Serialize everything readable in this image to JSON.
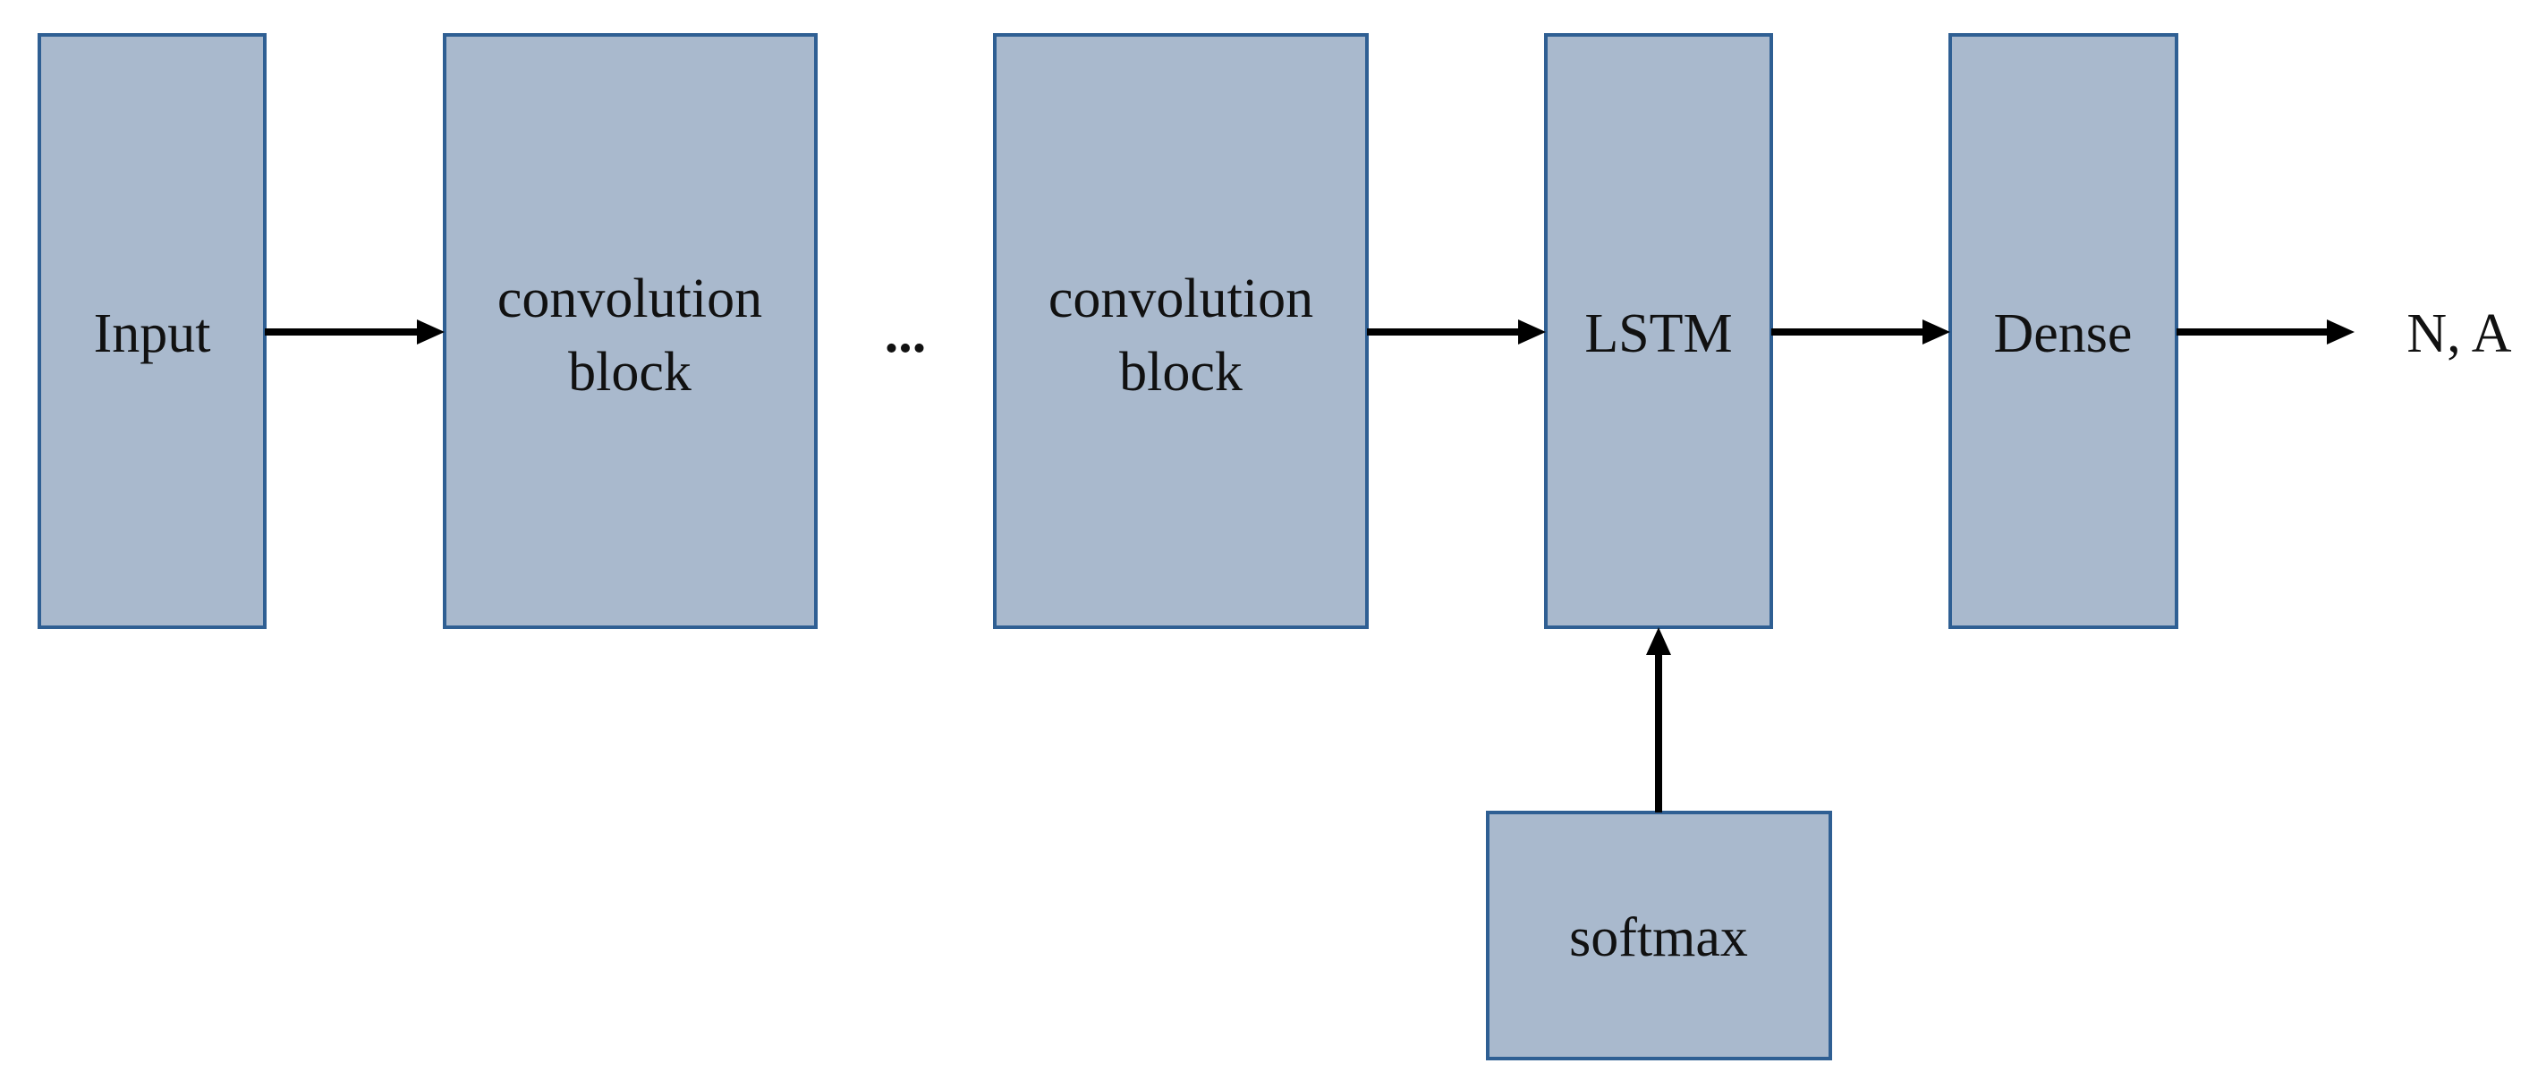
{
  "nodes": {
    "input": {
      "label": "Input"
    },
    "conv1": {
      "line1": "convolution",
      "line2": "block"
    },
    "ellipsis": {
      "label": "..."
    },
    "conv2": {
      "line1": "convolution",
      "line2": "block"
    },
    "lstm": {
      "label": "LSTM"
    },
    "dense": {
      "label": "Dense"
    },
    "output": {
      "label": "N, A"
    },
    "softmax": {
      "label": "softmax"
    }
  },
  "edges": [
    {
      "from": "input",
      "to": "conv1"
    },
    {
      "from": "conv2",
      "to": "lstm"
    },
    {
      "from": "lstm",
      "to": "dense"
    },
    {
      "from": "dense",
      "to": "output"
    },
    {
      "from": "softmax",
      "to": "lstm"
    }
  ],
  "colors": {
    "block_fill": "#a9b9cd",
    "block_border": "#2f5f93",
    "arrow": "#000000"
  }
}
